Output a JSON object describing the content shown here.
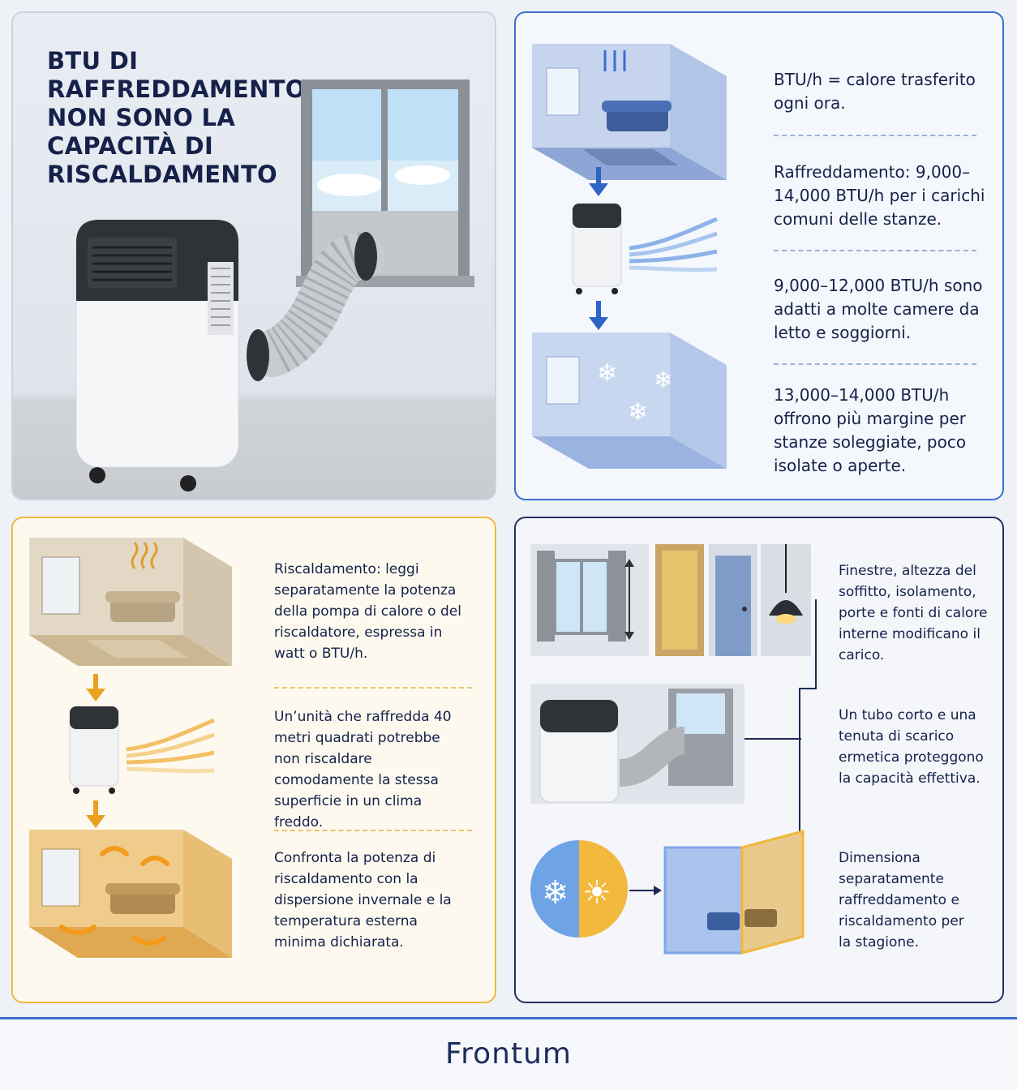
{
  "panel1": {
    "title": "BTU DI RAFFREDDAMENTO NON SONO LA CAPACITÀ DI RISCALDAMENTO"
  },
  "panel2": {
    "items": [
      "BTU/h = calore trasferito ogni ora.",
      "Raffreddamento: 9,000–14,000 BTU/h per i carichi comuni delle stanze.",
      "9,000–12,000 BTU/h sono adatti a molte camere da letto e soggiorni.",
      "13,000–14,000 BTU/h offrono più margine per stanze soleggiate, poco isolate o aperte."
    ]
  },
  "panel3": {
    "items": [
      "Riscaldamento: leggi separatamente la potenza della pompa di calore o del riscaldatore, espressa in watt o BTU/h.",
      "Un’unità che raffredda 40 metri quadrati potrebbe non riscaldare comodamente la stessa superficie in un clima freddo.",
      "Confronta la potenza di riscaldamento con la dispersione invernale e la temperatura esterna minima dichiarata."
    ]
  },
  "panel4": {
    "items": [
      "Finestre, altezza del soffitto, isolamento, porte e fonti di calore interne modificano il carico.",
      "Un tubo corto e una tenuta di scarico ermetica proteggono la capacità effettiva.",
      "Dimensiona separatamente raffreddamento e riscaldamento per la stagione."
    ]
  },
  "footer": {
    "brand": "Frontum"
  },
  "colors": {
    "navy": "#16214a",
    "blue": "#3a6fd0",
    "amber": "#f0b83a",
    "cool": "#7fa6e6",
    "warm": "#f2a72e"
  },
  "icons": [
    "heat-waves-icon",
    "snowflake-icon",
    "down-arrow-icon",
    "sun-icon",
    "pendant-lamp-icon",
    "door-icon",
    "height-arrow-icon"
  ]
}
